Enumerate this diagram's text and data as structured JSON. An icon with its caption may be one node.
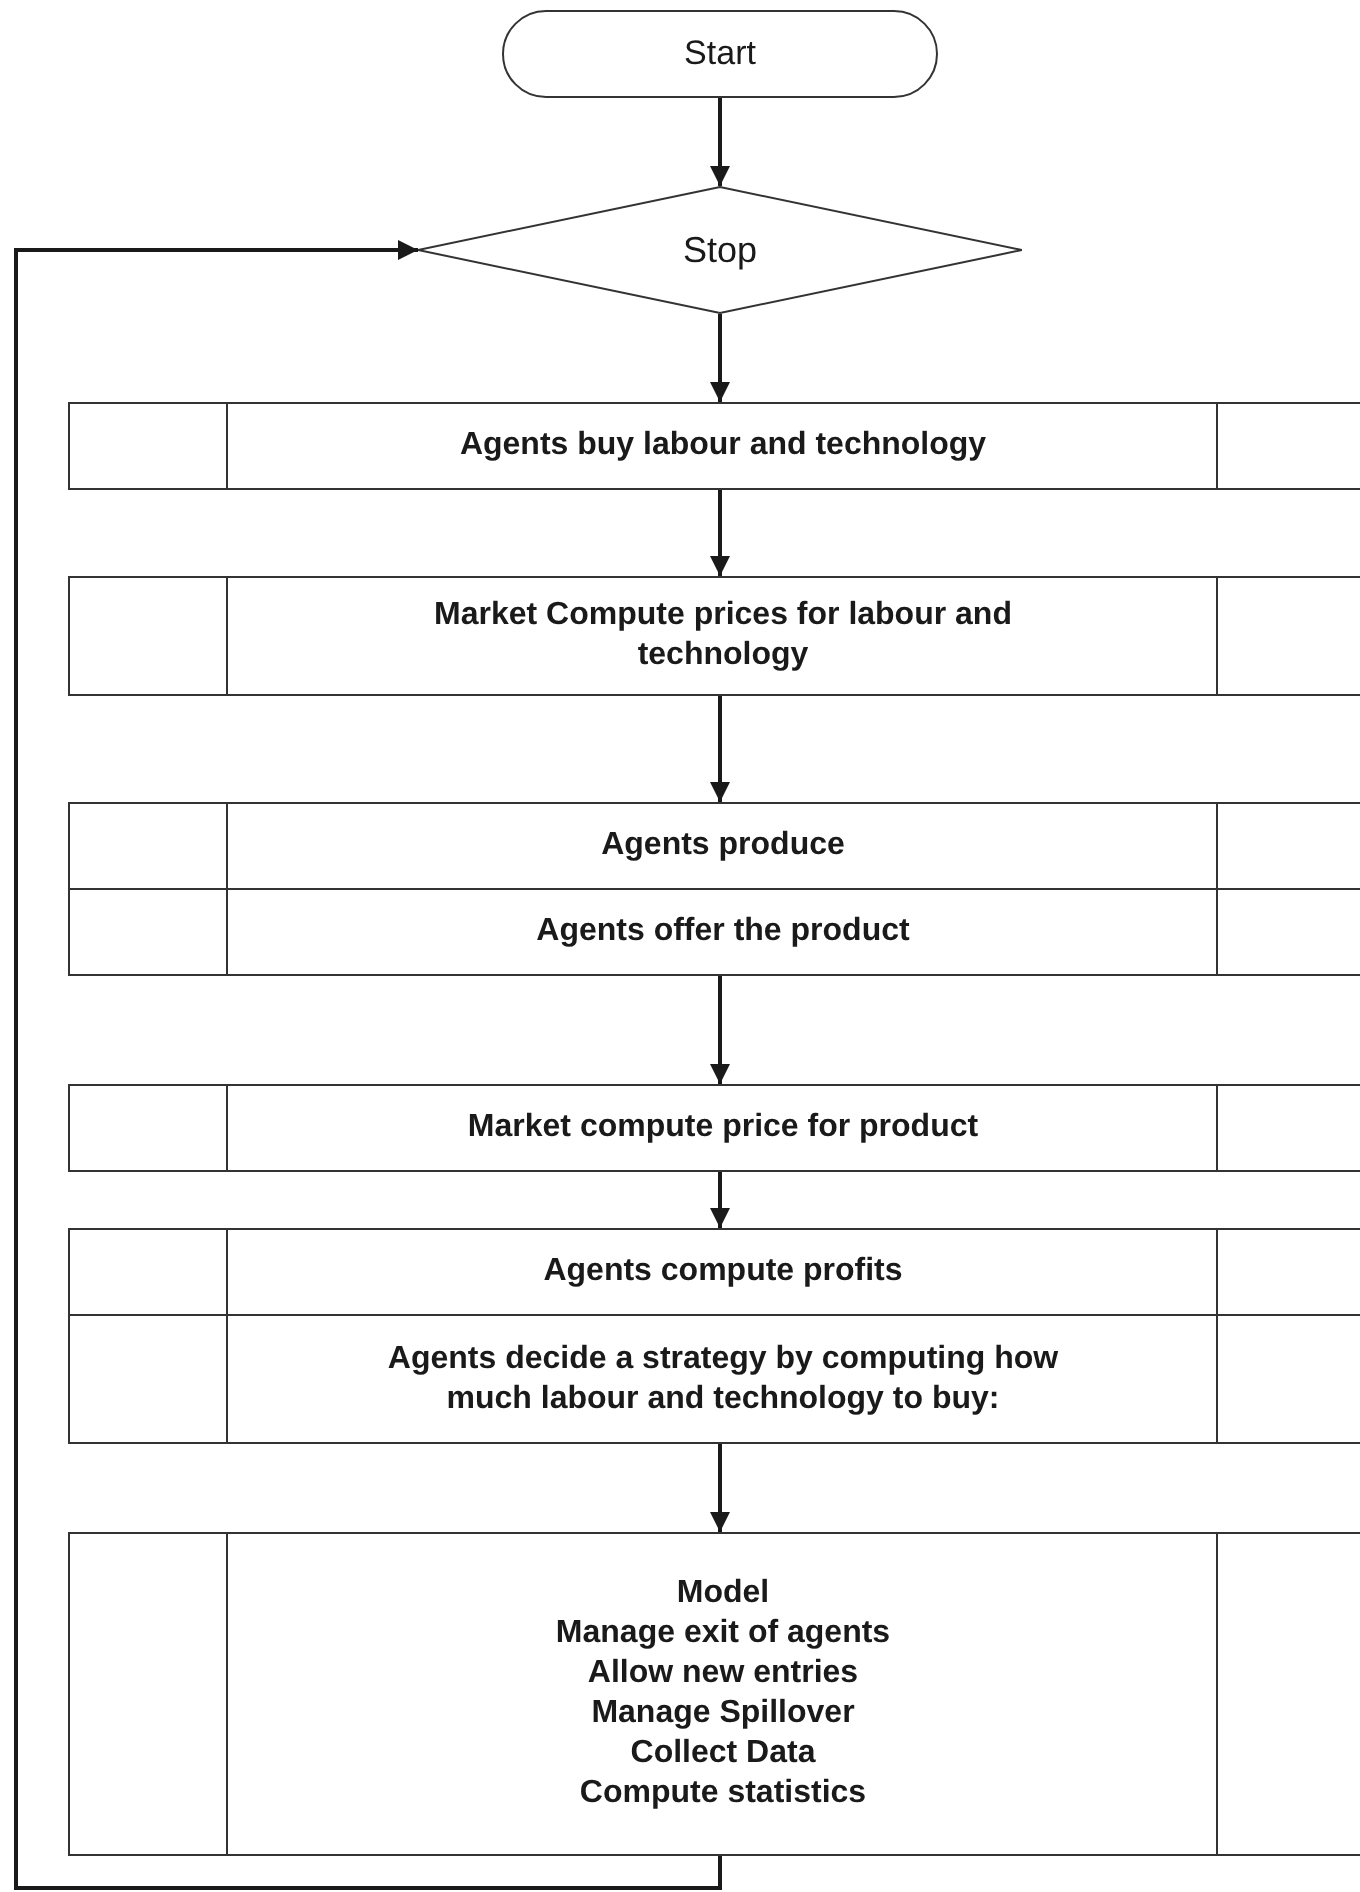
{
  "diagram": {
    "nodes": [
      {
        "text": [
          "Start"
        ]
      },
      {
        "text": [
          "Stop"
        ]
      },
      {
        "text": [
          "Agents buy labour and technology"
        ]
      },
      {
        "text": [
          "Market Compute prices for labour and technology"
        ]
      },
      {
        "text": [
          "Agents produce"
        ]
      },
      {
        "text": [
          "Agents offer the product"
        ]
      },
      {
        "text": [
          "Market compute price for product"
        ]
      },
      {
        "text": [
          "Agents compute profits"
        ]
      },
      {
        "text": [
          "Agents decide a strategy by computing how much labour and technology to buy:"
        ]
      },
      {
        "text": [
          "Model",
          "Manage exit of agents",
          "Allow new entries",
          "Manage Spillover",
          "Collect Data",
          "Compute statistics"
        ]
      }
    ],
    "edges": [
      {
        "from": 0,
        "to": 1,
        "arrow": "to"
      },
      {
        "from": 1,
        "to": 2,
        "arrow": "to"
      },
      {
        "from": 2,
        "to": 3,
        "arrow": "to"
      },
      {
        "from": 3,
        "to": 4,
        "arrow": "to"
      },
      {
        "from": 5,
        "to": 6,
        "arrow": "to"
      },
      {
        "from": 6,
        "to": 7,
        "arrow": "to"
      },
      {
        "from": 8,
        "to": 9,
        "arrow": "to"
      },
      {
        "from": 9,
        "to": 1,
        "arrow": "to"
      }
    ]
  }
}
